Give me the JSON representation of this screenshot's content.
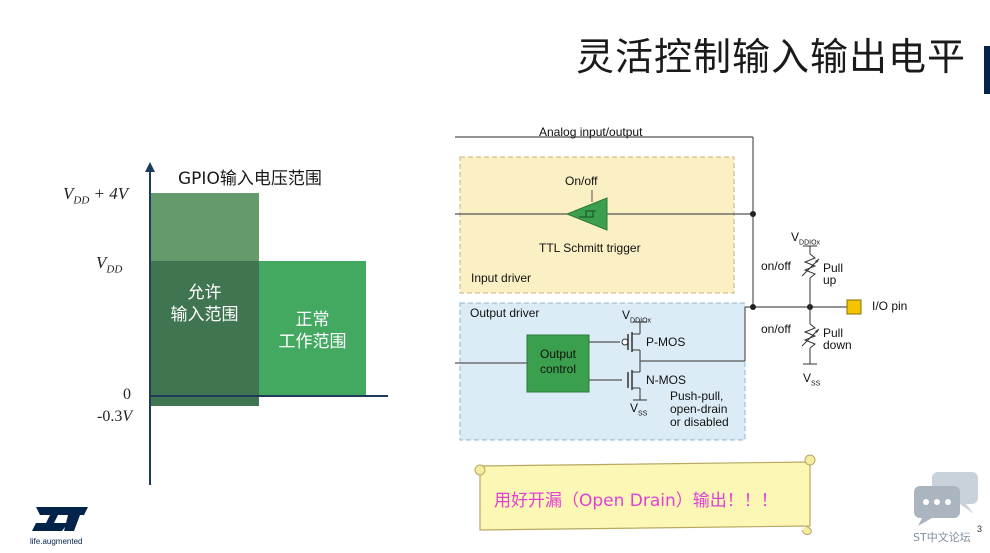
{
  "title": "灵活控制输入输出电平",
  "voltage_chart": {
    "heading": "GPIO输入电压范围",
    "levels": {
      "vdd_plus_4": "V_DD + 4V",
      "vdd": "V_DD",
      "zero": "0",
      "neg": "-0.3V"
    },
    "allowed_range_line1": "允许",
    "allowed_range_line2": "输入范围",
    "normal_range_line1": "正常",
    "normal_range_line2": "工作范围",
    "colors": {
      "allowed_upper": "#659a6c",
      "allowed_lower": "#3f7550",
      "normal": "#43a960"
    }
  },
  "circuit": {
    "analog_label": "Analog input/output",
    "input_driver_label": "Input driver",
    "on_off_label": "On/off",
    "schmitt_label": "TTL Schmitt trigger",
    "output_driver_label": "Output driver",
    "output_control_line1": "Output",
    "output_control_line2": "control",
    "pmos_label": "P-MOS",
    "nmos_label": "N-MOS",
    "mode_line1": "Push-pull,",
    "mode_line2": "open-drain",
    "mode_line3": "or disabled",
    "vddiox_main": "V",
    "vddiox_sub": "DDIOx",
    "vss_main": "V",
    "vss_sub": "SS",
    "pull_up_switch": "on/off",
    "pull_up_line1": "Pull",
    "pull_up_line2": "up",
    "pull_down_switch": "on/off",
    "pull_down_line1": "Pull",
    "pull_down_line2": "down",
    "io_pin_label": "I/O pin",
    "colors": {
      "input_bg": "#fbf0c4",
      "input_border": "#c9b27a",
      "output_bg": "#dcecf7",
      "output_border": "#8fb4cc",
      "control": "#3aa04e",
      "io_pin": "#f5c400"
    }
  },
  "note": "用好开漏（Open Drain）输出！！！",
  "footer": {
    "logo_tagline": "life.augmented",
    "forum": "ST中文论坛",
    "page": "3"
  }
}
